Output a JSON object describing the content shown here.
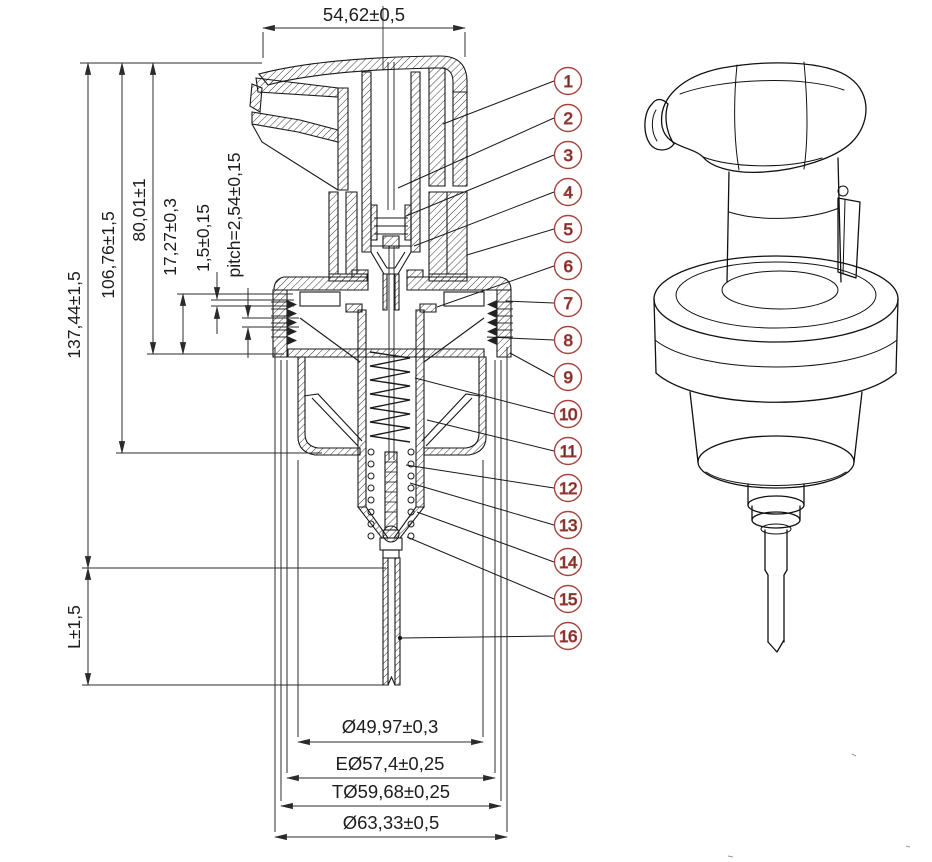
{
  "drawing": {
    "type": "technical-drawing",
    "subject": "foam pump dispenser cross-section with part callouts and isometric view",
    "colors": {
      "line": "#1a1a1a",
      "dimension_line": "#2b2b2b",
      "callout_red": "#a6453f",
      "background": "#ffffff"
    },
    "dimensions": {
      "top_width": "54,62±0,5",
      "left_heights": [
        "137,44±1,5",
        "106,76±1,5",
        "80,01±1",
        "17,27±0,3",
        "1,5±0,15",
        "pitch=2,54±0,15"
      ],
      "tube_length": "L±1,5",
      "bottom_diameters": [
        "Ø49,97±0,3",
        "EØ57,4±0,25",
        "TØ59,68±0,25",
        "Ø63,33±0,5"
      ]
    },
    "callouts": [
      "1",
      "2",
      "3",
      "4",
      "5",
      "6",
      "7",
      "8",
      "9",
      "10",
      "11",
      "12",
      "13",
      "14",
      "15",
      "16"
    ]
  }
}
